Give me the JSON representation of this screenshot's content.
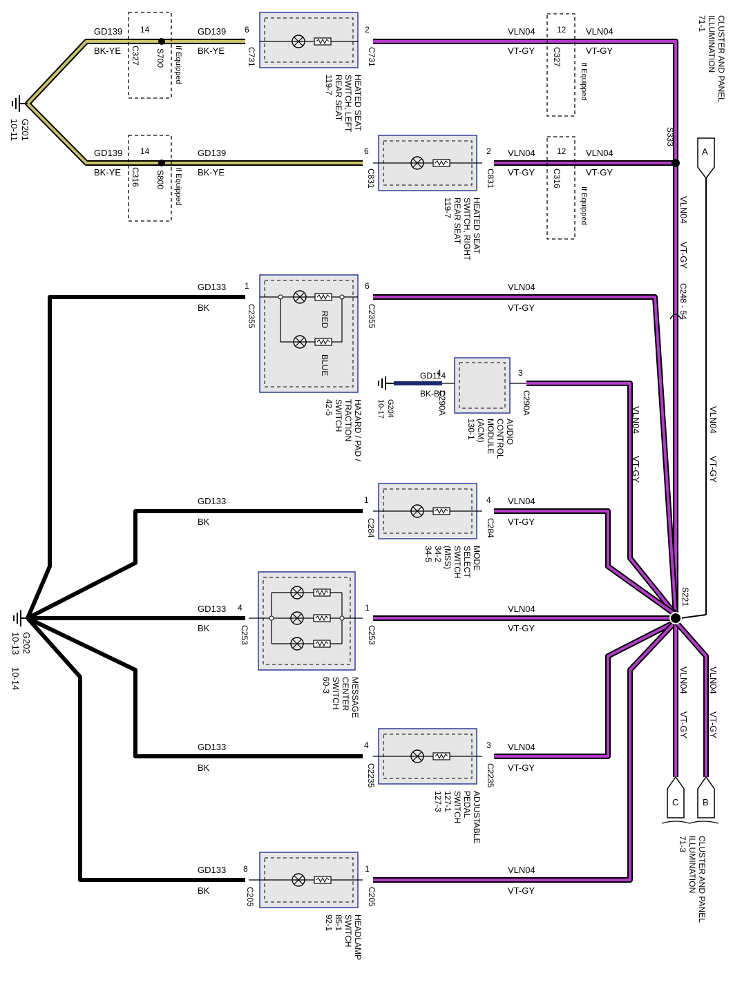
{
  "colors": {
    "vlnWire": "#b23cc8",
    "bkWire": "#000000",
    "bkyeWire": "#c9c46a",
    "bkbuWire": "#1b2a6b",
    "moduleFill": "#e6e6e6",
    "moduleBorder": "#2e3b9a"
  },
  "ground_g201": {
    "name": "G201",
    "ref": "10-11"
  },
  "ground_g202": {
    "name": "G202",
    "ref1": "10-13",
    "ref2": "10-14"
  },
  "ground_g204": {
    "name": "G204",
    "ref": "10-17"
  },
  "splices": {
    "s700": "S700",
    "s800": "S800",
    "s333": "S333",
    "s221": "S221",
    "if_equipped": "If Equipped"
  },
  "connector_c248": "C248 - 54",
  "offpage_top": {
    "letter": "A",
    "title1": "CLUSTER AND PANEL",
    "title2": "ILLUMINATION",
    "ref": "71-1"
  },
  "offpage_bottom": {
    "letter_c": "C",
    "letter_b": "B",
    "title1": "CLUSTER AND PANEL",
    "title2": "ILLUMINATION",
    "ref": "71-3"
  },
  "wires": {
    "gd139": "GD139",
    "bkye": "BK-YE",
    "gd133": "GD133",
    "bk": "BK",
    "gd114": "GD114",
    "bkbu": "BK-BU",
    "vln04": "VLN04",
    "vtgy": "VT-GY"
  },
  "rows": {
    "r1": {
      "conn_left": "C327",
      "pin_l": "14",
      "sw_conn": "C731",
      "sw_pin_l": "6",
      "sw_pin_r": "2",
      "conn_right": "C327",
      "pin_r": "12",
      "title": [
        "HEATED SEAT",
        "SWITCH, LEFT",
        "REAR SEAT",
        "119-7"
      ]
    },
    "r2": {
      "conn_left": "C316",
      "pin_l": "14",
      "sw_conn": "C831",
      "sw_pin_l": "6",
      "sw_pin_r": "2",
      "conn_right": "C316",
      "pin_r": "12",
      "title": [
        "HEATED SEAT",
        "SWITCH, RIGHT",
        "REAR SEAT",
        "119-7"
      ]
    },
    "r3": {
      "conn": "C2355",
      "pin_l": "1",
      "pin_r": "6",
      "lamp1": "RED",
      "lamp2": "BLUE",
      "title": [
        "HAZARD / PAD /",
        "TRACTION",
        "SWITCH",
        "42-5"
      ]
    },
    "r4": {
      "conn": "C290A",
      "pin_l": "4",
      "pin_r": "3",
      "title": [
        "AUDIO",
        "CONTROL",
        "MODULE",
        "(ACM)",
        "130-1"
      ]
    },
    "r5": {
      "conn": "C284",
      "pin_l": "1",
      "pin_r": "4",
      "title": [
        "MODE",
        "SELECT",
        "SWITCH",
        "(MSS)",
        "34-2",
        "34-5"
      ]
    },
    "r6": {
      "conn": "C253",
      "pin_l": "4",
      "pin_r": "1",
      "title": [
        "MESSAGE",
        "CENTER",
        "SWITCH",
        "60-3"
      ]
    },
    "r7": {
      "conn": "C2235",
      "pin_l": "4",
      "pin_r": "3",
      "title": [
        "ADJUSTABLE",
        "PEDAL",
        "SWITCH",
        "127-1",
        "127-3"
      ]
    },
    "r8": {
      "conn": "C205",
      "pin_l": "8",
      "pin_r": "1",
      "title": [
        "HEADLAMP",
        "SWITCH",
        "85-1",
        "92-1"
      ]
    }
  }
}
